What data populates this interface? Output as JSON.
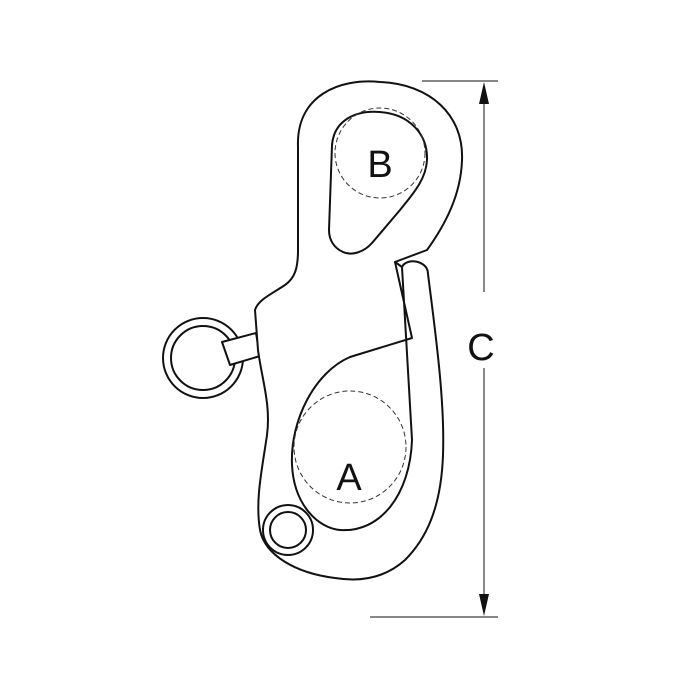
{
  "diagram": {
    "labels": {
      "jaw_opening": "A",
      "eye_opening": "B",
      "overall_length": "C"
    },
    "colors": {
      "line": "#111111",
      "background": "#ffffff"
    }
  }
}
